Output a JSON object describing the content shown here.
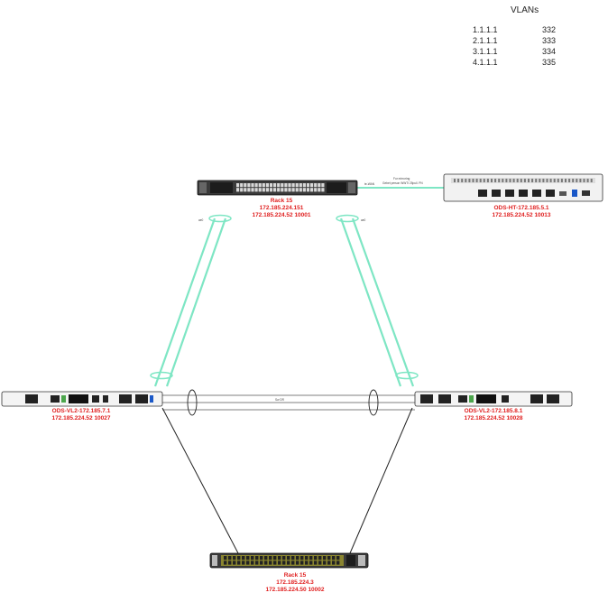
{
  "vlans": {
    "title": "VLANs",
    "rows": [
      {
        "ip": "1.1.1.1",
        "vlan": "332"
      },
      {
        "ip": "2.1.1.1",
        "vlan": "333"
      },
      {
        "ip": "3.1.1.1",
        "vlan": "334"
      },
      {
        "ip": "4.1.1.1",
        "vlan": "335"
      }
    ]
  },
  "devices": {
    "core": {
      "l1": "Rack 15",
      "l2": "172.185.224.151",
      "l3": "172.185.224.52 10001"
    },
    "ht": {
      "l1": "ODS-HT-172.185.5.1",
      "l2": "172.185.224.52 10013"
    },
    "vl2a": {
      "l1": "ODS-VL2-172.185.7.1",
      "l2": "172.185.224.52 10027"
    },
    "vl2b": {
      "l1": "ODS-VL2-172.185.8.1",
      "l2": "172.185.224.52 10028"
    },
    "access": {
      "l1": "Rack 15",
      "l2": "172.185.224.3",
      "l3": "172.185.224.50 10002"
    }
  },
  "links": {
    "core_ht_a": "te-WAN",
    "core_ht_b1": "For mirroring",
    "core_ht_b2": "Gebet person WWTI 25pull. PN",
    "mid": "Sw DR",
    "left_bundle": "ae0",
    "right_bundle": "ae0"
  },
  "colors": {
    "accent_link": "#7ee6c4",
    "label_red": "#e02020",
    "device": "#2a2a2a"
  }
}
